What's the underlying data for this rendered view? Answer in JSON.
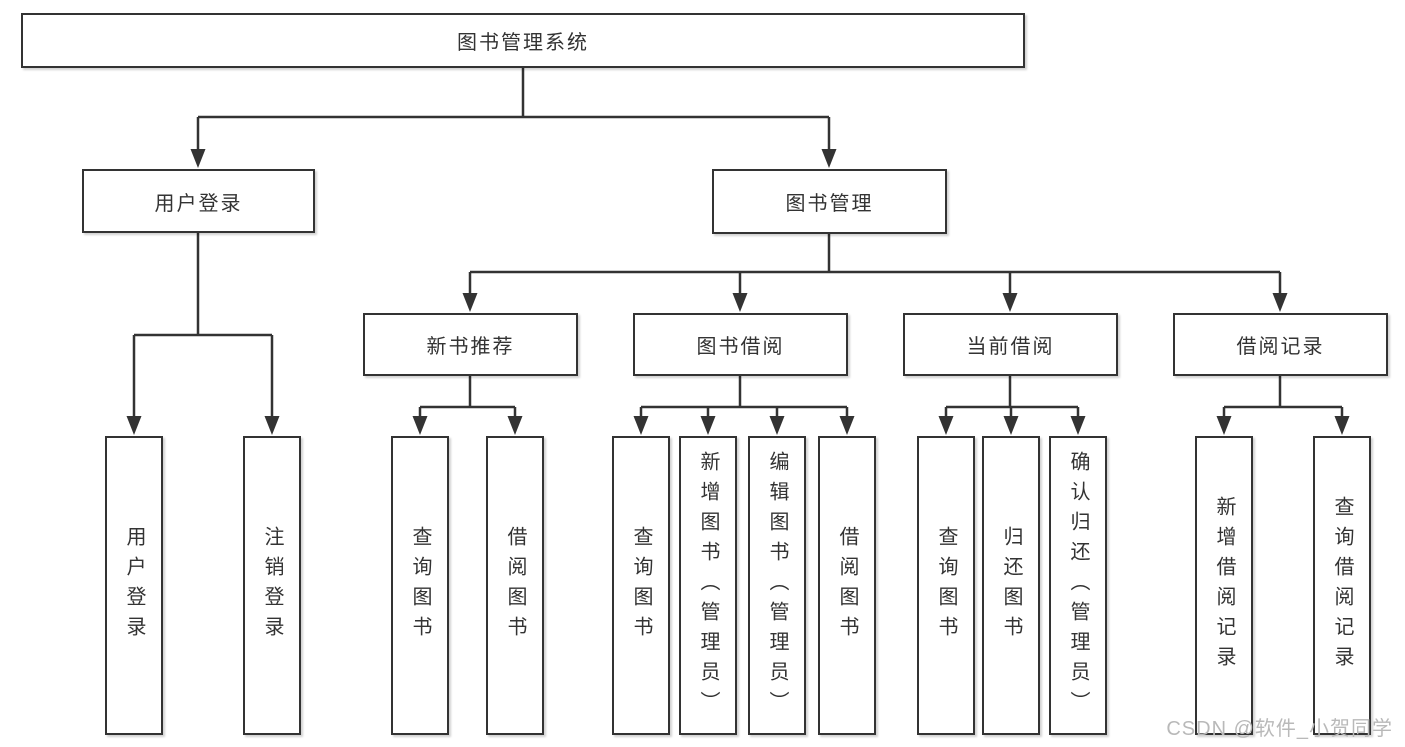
{
  "colors": {
    "line": "#333333",
    "box_border": "#333333",
    "text": "#333333",
    "watermark": "#b9b9b9",
    "background": "#ffffff"
  },
  "chart_type": "tree-diagram",
  "tree": {
    "root": {
      "label": "图书管理系统",
      "children": [
        {
          "label": "用户登录",
          "children": [
            {
              "label": "用户登录"
            },
            {
              "label": "注销登录"
            }
          ]
        },
        {
          "label": "图书管理",
          "children": [
            {
              "label": "新书推荐",
              "children": [
                {
                  "label": "查询图书"
                },
                {
                  "label": "借阅图书"
                }
              ]
            },
            {
              "label": "图书借阅",
              "children": [
                {
                  "label": "查询图书"
                },
                {
                  "label": "新增图书（管理员）"
                },
                {
                  "label": "编辑图书（管理员）"
                },
                {
                  "label": "借阅图书"
                }
              ]
            },
            {
              "label": "当前借阅",
              "children": [
                {
                  "label": "查询图书"
                },
                {
                  "label": "归还图书"
                },
                {
                  "label": "确认归还（管理员）"
                }
              ]
            },
            {
              "label": "借阅记录",
              "children": [
                {
                  "label": "新增借阅记录"
                },
                {
                  "label": "查询借阅记录"
                }
              ]
            }
          ]
        }
      ]
    }
  },
  "watermark": {
    "text": "CSDN @软件_小贺同学"
  }
}
